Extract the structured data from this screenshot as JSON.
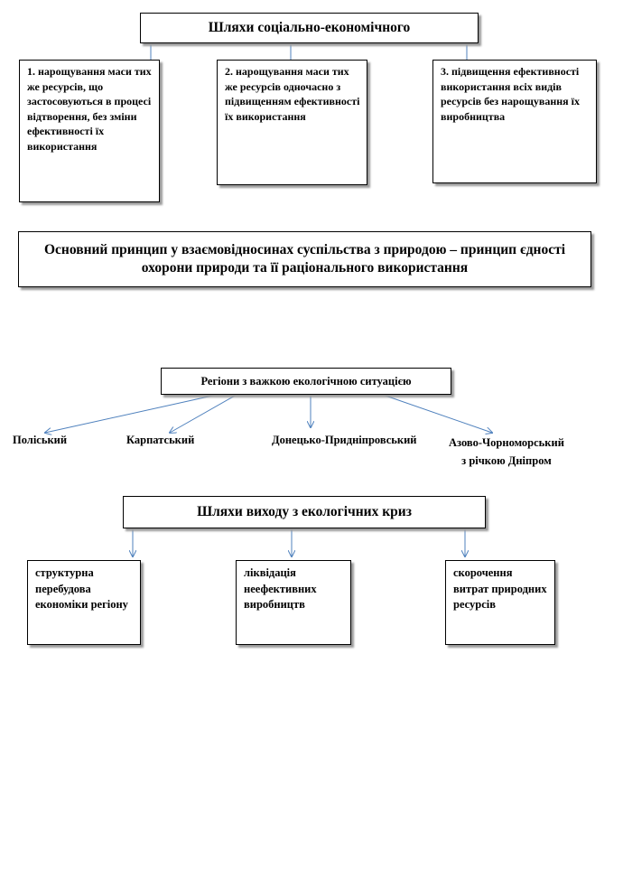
{
  "ways_title": "Шляхи соціально-економічного",
  "ways": [
    "1. нарощування маси тих же ресурсів, що застосовуються в процесі відтворення, без зміни ефективності їх використання",
    "2. нарощування маси тих же ресурсів одночасно з підвищенням ефективності їх використання",
    "3. підвищення ефективності використання всіх видів ресурсів без нарощування їх виробництва"
  ],
  "principle": "Основний принцип у взаємовідносинах суспільства з природою – принцип єдності охорони природи та її раціонального використання",
  "regions_title": "Регіони з важкою екологічною ситуацією",
  "regions": {
    "polissia": "Поліський",
    "karpaty": "Карпатський",
    "donetsk": "Донецько-Придніпровський",
    "azov_line1": "Азово-Чорноморський",
    "azov_line2": "з річкою Дніпром"
  },
  "exit_title": "Шляхи виходу з екологічних криз",
  "exit": [
    "структурна перебудова економіки регіону",
    "ліквідація неефективних виробництв",
    "скорочення витрат природних ресурсів"
  ],
  "colors": {
    "connector": "#4f81bd",
    "border": "#000000",
    "shadow": "#9a9a9a"
  }
}
